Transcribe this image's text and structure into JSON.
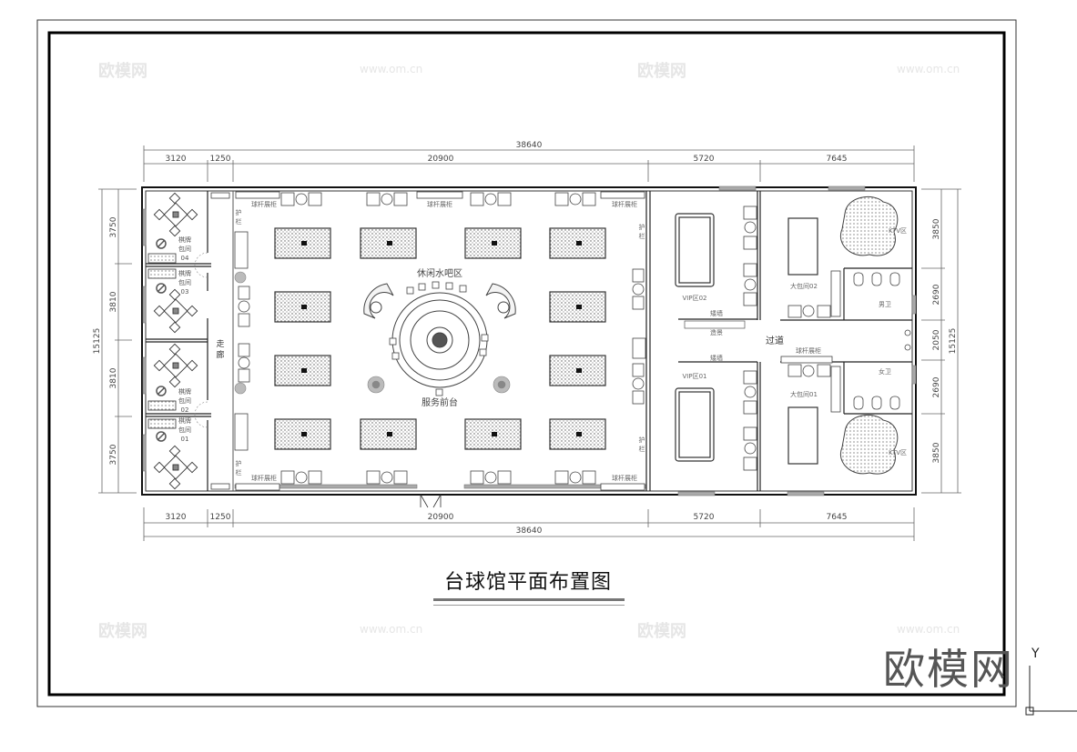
{
  "drawing": {
    "title": "台球馆平面布置图",
    "watermark_logo": "欧模网",
    "watermark_url": "www.om.cn",
    "ucs_axis_label": "Y"
  },
  "dimensions": {
    "top_segments": [
      "3120",
      "1250",
      "20900",
      "5720",
      "7645"
    ],
    "top_total": "38640",
    "bottom_segments": [
      "3120",
      "1250",
      "20900",
      "5720",
      "7645"
    ],
    "bottom_total": "38640",
    "left_segments": [
      "3750",
      "3810",
      "3810",
      "3750"
    ],
    "left_total": "15125",
    "right_segments": [
      "3850",
      "2690",
      "2050",
      "2690",
      "3850"
    ],
    "right_total": "15125"
  },
  "rooms": {
    "chess_room_04": {
      "line1": "棋牌",
      "line2": "包间",
      "line3": "04"
    },
    "chess_room_03": {
      "line1": "棋牌",
      "line2": "包间",
      "line3": "03"
    },
    "chess_room_02": {
      "line1": "棋牌",
      "line2": "包间",
      "line3": "02"
    },
    "chess_room_01": {
      "line1": "棋牌",
      "line2": "包间",
      "line3": "01"
    },
    "corridor_left": {
      "line1": "走",
      "line2": "廊"
    },
    "bar_area": "休闲水吧区",
    "service_desk": "服务前台",
    "cue_cabinet": "球杆展柜",
    "guardrail": {
      "line1": "护",
      "line2": "栏"
    },
    "vip02": "VIP区02",
    "vip01": "VIP区01",
    "partition_wall": "矮墙",
    "scenery": "造景",
    "passage": "过道",
    "large_room_02": "大包间02",
    "large_room_01": "大包间01",
    "ktv": "KTV区",
    "mens_wc": "男卫",
    "womens_wc": "女卫"
  }
}
